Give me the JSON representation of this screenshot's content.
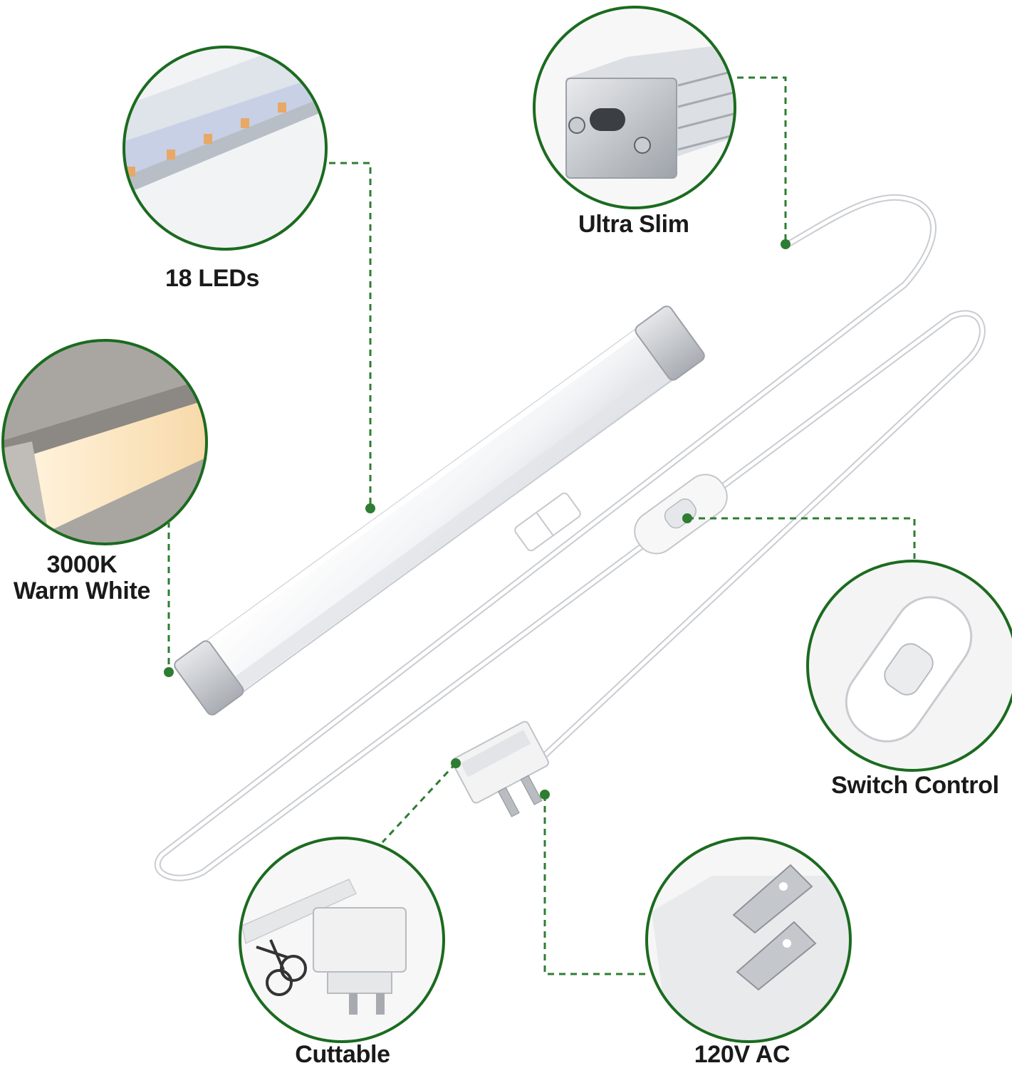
{
  "features": {
    "leds": {
      "label": "18 LEDs"
    },
    "slim": {
      "label": "Ultra Slim"
    },
    "color_temp": {
      "line1": "3000K",
      "line2": "Warm White"
    },
    "switch": {
      "label": "Switch Control"
    },
    "cuttable": {
      "label": "Cuttable"
    },
    "voltage": {
      "label": "120V AC"
    }
  },
  "colors": {
    "callout_green": "#2e7d32",
    "circle_border": "#1b6b1f",
    "warm_light": "#ffe9c4"
  }
}
